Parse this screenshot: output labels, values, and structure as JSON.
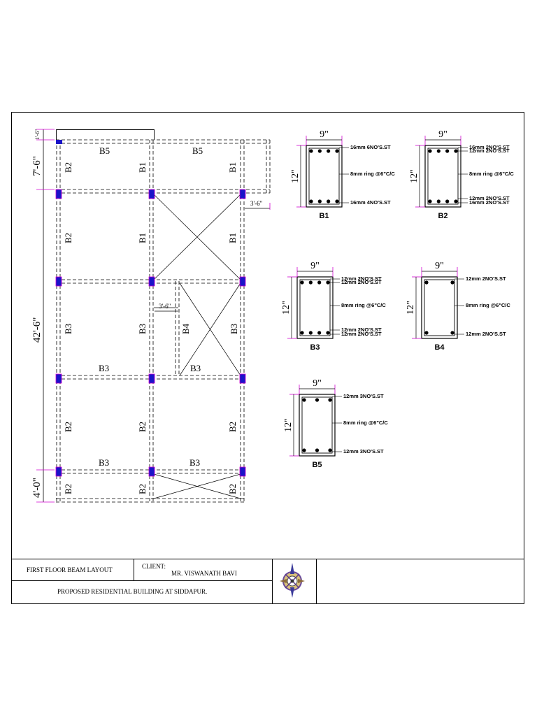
{
  "plan": {
    "beams": {
      "top_left_b5": "B5",
      "top_right_b5": "B5",
      "b2_row1": "B2",
      "b1_row1_mid": "B1",
      "b1_row1_right": "B1",
      "b2_row2": "B2",
      "b1_row2_mid": "B1",
      "b1_row2_right": "B1",
      "b3_row3_left": "B3",
      "b3_row3_mid": "B3",
      "b4_row3": "B4",
      "b3_row3_right": "B3",
      "b3_h_row3_left": "B3",
      "b3_h_row3_right": "B3",
      "b2_row4_left": "B2",
      "b2_row4_mid": "B2",
      "b2_row4_right": "B2",
      "b3_h_row4_left": "B3",
      "b3_h_row4_right": "B3",
      "b2_row5_left": "B2",
      "b2_row5_mid": "B2",
      "b2_row5_right": "B2"
    },
    "dimensions": {
      "top_small": "1'-6\"",
      "top": "7'-6\"",
      "middle": "42'-6\"",
      "bottom": "4'-0\"",
      "balcony": "3'-6\"",
      "opening": "3'-6\""
    },
    "accent_colors": {
      "column": "#1a14c8",
      "dim_marker": "#d000d0"
    }
  },
  "sections": [
    {
      "id": "B1",
      "label": "B1",
      "width": "9\"",
      "height": "12\"",
      "top": "16mm  6NO'S.ST",
      "top2": "",
      "ring": "8mm ring @6\"C/C",
      "bot": "",
      "bot2": "16mm  4NO'S.ST"
    },
    {
      "id": "B2",
      "label": "B2",
      "width": "9\"",
      "height": "12\"",
      "top": "16mm  2NO'S.ST",
      "top2": "12mm  2NO'S.ST",
      "ring": "8mm ring @6\"C/C",
      "bot": "12mm  2NO'S.ST",
      "bot2": "16mm  2NO'S.ST"
    },
    {
      "id": "B3",
      "label": "B3",
      "width": "9\"",
      "height": "12\"",
      "top": "12mm  2NO'S.ST",
      "top2": "12mm  2NO'S.ST",
      "ring": "8mm ring @6\"C/C",
      "bot": "12mm  2NO'S.ST",
      "bot2": "12mm  2NO'S.ST"
    },
    {
      "id": "B4",
      "label": "B4",
      "width": "9\"",
      "height": "12\"",
      "top": "12mm  2NO'S.ST",
      "top2": "",
      "ring": "8mm ring @6\"C/C",
      "bot": "",
      "bot2": "12mm  2NO'S.ST"
    },
    {
      "id": "B5",
      "label": "B5",
      "width": "9\"",
      "height": "12\"",
      "top": "12mm  3NO'S.ST",
      "top2": "",
      "ring": "8mm ring @6\"C/C",
      "bot": "",
      "bot2": "12mm  3NO'S.ST"
    }
  ],
  "title_block": {
    "drawing_title": "FIRST FLOOR BEAM LAYOUT",
    "client_label": "CLIENT:",
    "client_name": "MR. VISWANATH BAVI",
    "project": "PROPOSED RESIDENTIAL BUILDING  AT SIDDAPUR."
  }
}
